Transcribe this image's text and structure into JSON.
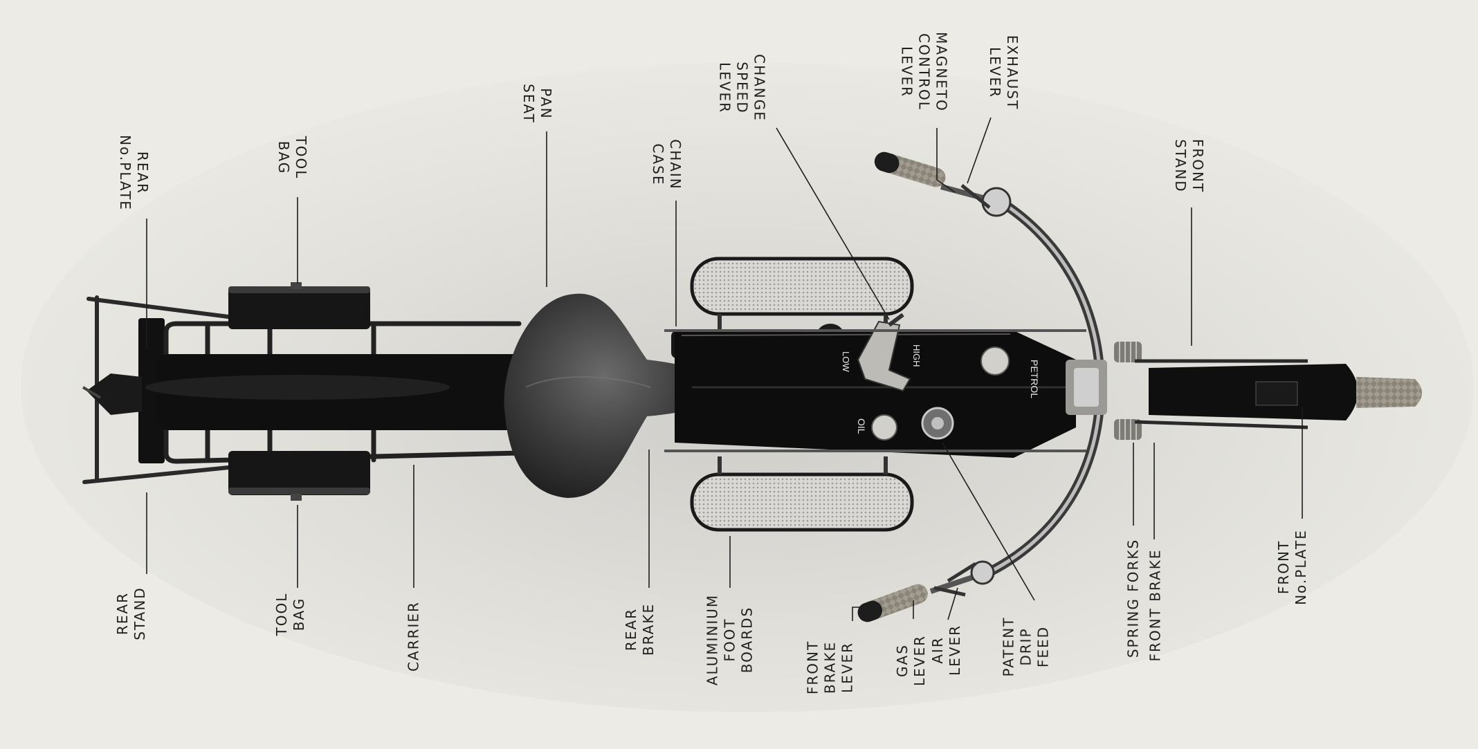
{
  "labels": {
    "rear_no_plate": [
      "REAR",
      "No.PLATE"
    ],
    "tool_bag_top": [
      "TOOL",
      "BAG"
    ],
    "pan_seat": [
      "PAN",
      "SEAT"
    ],
    "chain_case": [
      "CHAIN",
      "CASE"
    ],
    "change_speed_lever": [
      "CHANGE",
      "SPEED",
      "LEVER"
    ],
    "magneto_control_lever": [
      "MAGNETO",
      "CONTROL",
      "LEVER"
    ],
    "exhaust_lever": [
      "EXHAUST",
      "LEVER"
    ],
    "front_stand": [
      "FRONT",
      "STAND"
    ],
    "rear_stand": [
      "REAR",
      "STAND"
    ],
    "tool_bag_bottom": [
      "TOOL",
      "BAG"
    ],
    "carrier": [
      "CARRIER"
    ],
    "rear_brake": [
      "REAR",
      "BRAKE"
    ],
    "aluminium_foot_boards": [
      "ALUMINIUM",
      "FOOT",
      "BOARDS"
    ],
    "front_brake_lever": [
      "FRONT",
      "BRAKE",
      "LEVER"
    ],
    "gas_lever": [
      "GAS",
      "LEVER"
    ],
    "air_lever": [
      "AIR",
      "LEVER"
    ],
    "patent_drip_feed": [
      "PATENT",
      "DRIP",
      "FEED"
    ],
    "spring_forks": [
      "SPRING FORKS"
    ],
    "front_brake": [
      "FRONT BRAKE"
    ],
    "front_no_plate": [
      "FRONT",
      "No.PLATE"
    ]
  },
  "tank_markings": {
    "petrol": "PETROL",
    "oil": "OIL",
    "low": "LOW",
    "high": "HIGH"
  }
}
